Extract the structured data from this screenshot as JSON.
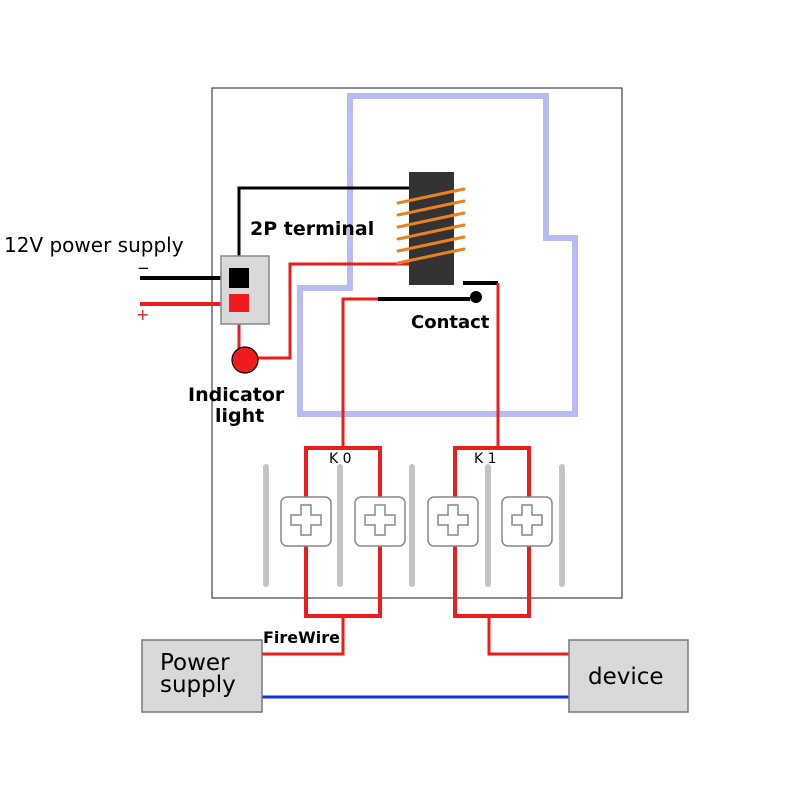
{
  "labels": {
    "power_supply_12v": "12V power supply",
    "minus": "−",
    "plus": "+",
    "terminal_2p": "2P terminal",
    "contact": "Contact",
    "indicator_line1": "Indicator",
    "indicator_line2": "light",
    "k0": "K 0",
    "k1": "K 1",
    "firewire": "FireWire",
    "power_supply_line1": "Power",
    "power_supply_line2": "supply",
    "device": "device"
  },
  "icons": {
    "coil": "relay-coil-icon",
    "terminal_screw": "screw-terminal-icon",
    "indicator": "indicator-light-icon"
  },
  "colors": {
    "wire_red": "#ee1c1c",
    "wire_black": "#000000",
    "wire_blue": "#1030e0",
    "relay_loop": "#b8bcf2",
    "coil": "#333333",
    "coil_winding": "#e8821e",
    "box_fill": "#d9d9d9",
    "rail": "#c4c4c4"
  }
}
